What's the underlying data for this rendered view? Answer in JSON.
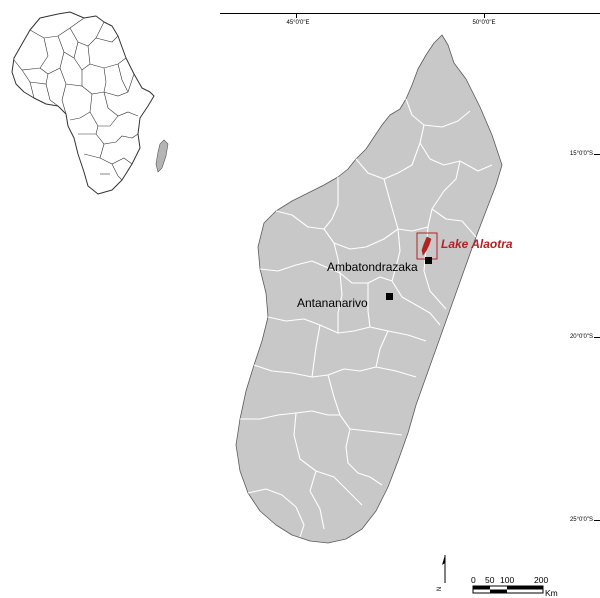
{
  "colors": {
    "land": "#c8c8c8",
    "border": "#ffffff",
    "outline": "#5a5a5a",
    "study_area": "#b22222",
    "africa_land": "#ffffff",
    "africa_line": "#333333",
    "madagascar_inset": "#b4b4b4"
  },
  "longitude_labels": [
    "45°0'0\"E",
    "50°0'0\"E"
  ],
  "latitude_labels": [
    "15°0'0\"S",
    "20°0'0\"S",
    "25°0'0\"S"
  ],
  "study_area": {
    "label": "Lake Alaotra"
  },
  "cities": [
    {
      "name": "Ambatondrazaka"
    },
    {
      "name": "Antananarivo"
    }
  ],
  "scale_bar": {
    "ticks": [
      "0",
      "50",
      "100",
      "200"
    ],
    "unit": "Km"
  },
  "north_arrow": {
    "label": "N"
  },
  "icons": {
    "city": "square-marker-icon",
    "north": "north-arrow-icon"
  }
}
